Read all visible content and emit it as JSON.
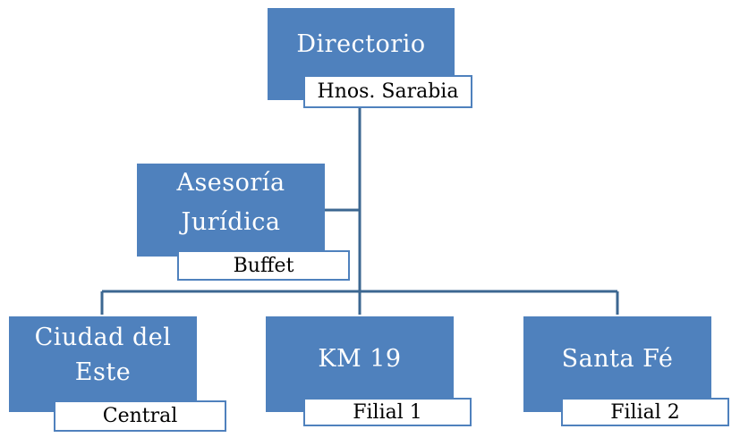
{
  "colors": {
    "node_fill": "#4f81bd",
    "connector": "#3c6791",
    "subtitle_fill": "#ffffff"
  },
  "nodes": {
    "directorio": {
      "title": "Directorio",
      "subtitle": "Hnos. Sarabia"
    },
    "asesoria": {
      "title_line1": "Asesoría",
      "title_line2": "Jurídica",
      "subtitle": "Buffet"
    },
    "ciudad": {
      "title_line1": "Ciudad del",
      "title_line2": "Este",
      "subtitle": "Central"
    },
    "km19": {
      "title": "KM 19",
      "subtitle": "Filial 1"
    },
    "santafe": {
      "title": "Santa Fé",
      "subtitle": "Filial 2"
    }
  }
}
